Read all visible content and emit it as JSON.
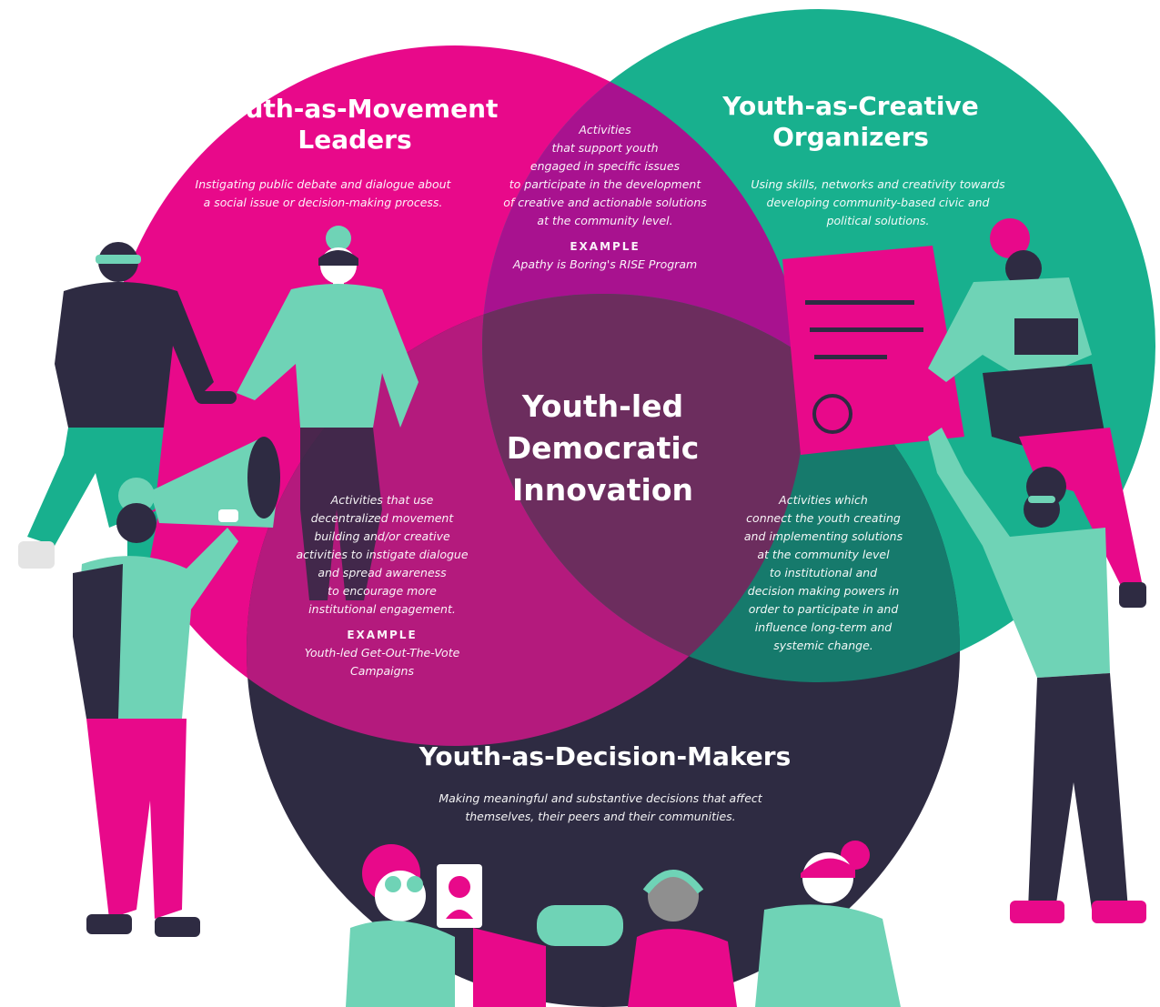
{
  "colors": {
    "magenta": "#e8098a",
    "teal": "#18b08e",
    "navy": "#2e2b42",
    "mint": "#6fd3b6",
    "white": "#ffffff"
  },
  "center": {
    "lines": [
      "Youth-led",
      "Democratic",
      "Innovation"
    ]
  },
  "circles": {
    "movement_leaders": {
      "title_lines": [
        "Youth-as-Movement",
        "Leaders"
      ],
      "desc_lines": [
        "Instigating public debate and dialogue about",
        "a social issue or decision-making process."
      ]
    },
    "creative_organizers": {
      "title_lines": [
        "Youth-as-Creative",
        "Organizers"
      ],
      "desc_lines": [
        "Using skills, networks and creativity towards",
        "developing community-based civic and",
        "political solutions."
      ]
    },
    "decision_makers": {
      "title": "Youth-as-Decision-Makers",
      "desc_lines": [
        "Making meaningful and substantive decisions that affect",
        "themselves, their peers and their communities."
      ]
    }
  },
  "overlaps": {
    "top": {
      "lines": [
        "Activities",
        "that support youth",
        "engaged in specific issues",
        "to participate in the development",
        "of creative and actionable solutions",
        "at the community level."
      ],
      "example_label": "EXAMPLE",
      "example_text": "Apathy is Boring's RISE Program"
    },
    "left": {
      "lines": [
        "Activities that use",
        "decentralized movement",
        "building and/or creative",
        "activities to instigate dialogue",
        "and spread awareness",
        "to encourage more",
        "institutional engagement."
      ],
      "example_label": "EXAMPLE",
      "example_lines": [
        "Youth-led Get-Out-The-Vote",
        "Campaigns"
      ]
    },
    "right": {
      "lines": [
        "Activities which",
        "connect the youth creating",
        "and implementing solutions",
        "at the community level",
        "to institutional and",
        "decision making powers in",
        "order to participate in and",
        "influence long-term and",
        "systemic change."
      ]
    }
  }
}
